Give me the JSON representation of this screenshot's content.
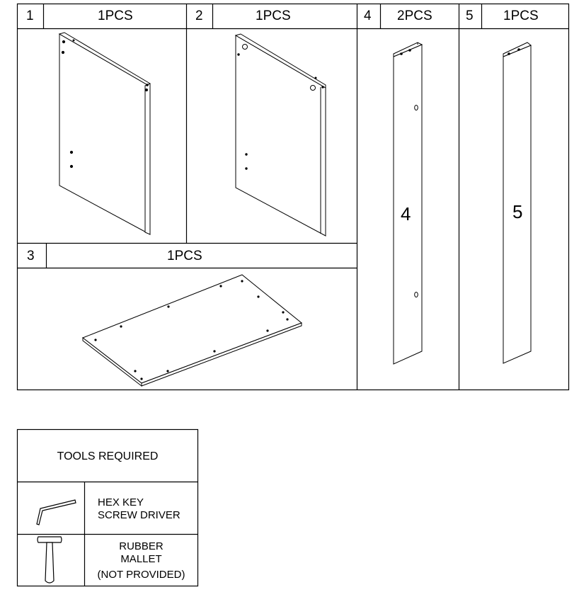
{
  "parts": [
    {
      "number": "1",
      "qty": "1PCS"
    },
    {
      "number": "2",
      "qty": "1PCS"
    },
    {
      "number": "3",
      "qty": "1PCS"
    },
    {
      "number": "4",
      "qty": "2PCS",
      "mark": "4"
    },
    {
      "number": "5",
      "qty": "1PCS",
      "mark": "5"
    }
  ],
  "tools": {
    "title": "TOOLS REQUIRED",
    "items": [
      {
        "icon": "hex-key-icon",
        "line1": "HEX KEY",
        "line2": "SCREW DRIVER"
      },
      {
        "icon": "rubber-mallet-icon",
        "line1": "RUBBER",
        "line2": "MALLET",
        "line3": "(NOT PROVIDED)"
      }
    ]
  }
}
